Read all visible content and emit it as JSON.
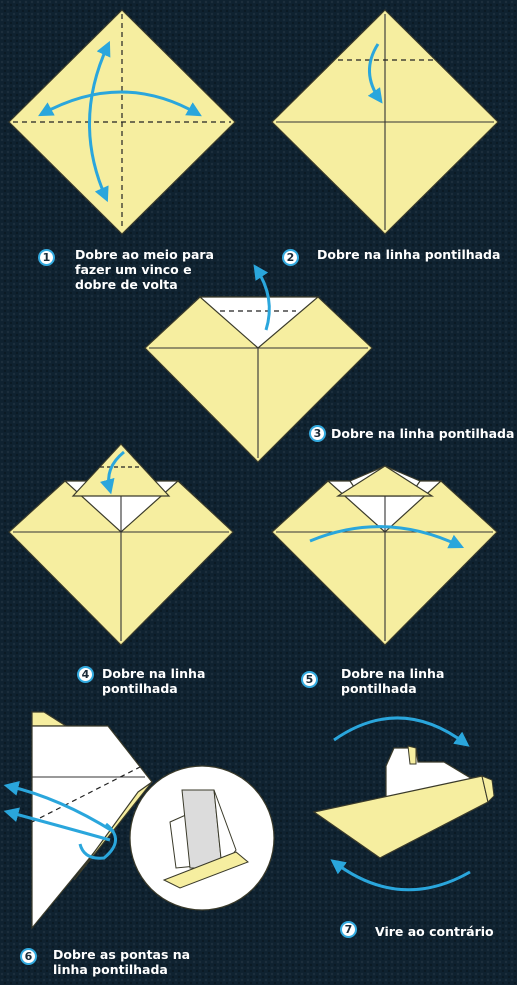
{
  "colors": {
    "paper": "#f6eea0",
    "paper_edge": "#3a3a2a",
    "arrow": "#2aa6dc",
    "badge_ring": "#33aadf",
    "white_side": "#ffffff"
  },
  "steps": [
    {
      "number": "1",
      "lines": [
        "Dobre ao meio para",
        "fazer um vinco e",
        "dobre de volta"
      ]
    },
    {
      "number": "2",
      "lines": [
        "Dobre na linha pontilhada"
      ]
    },
    {
      "number": "3",
      "lines": [
        "Dobre na linha pontilhada"
      ]
    },
    {
      "number": "4",
      "lines": [
        "Dobre na linha",
        "pontilhada"
      ]
    },
    {
      "number": "5",
      "lines": [
        "Dobre na linha",
        "pontilhada"
      ]
    },
    {
      "number": "6",
      "lines": [
        "Dobre as pontas na",
        "linha pontilhada"
      ]
    },
    {
      "number": "7",
      "lines": [
        "Vire ao contrário"
      ]
    }
  ]
}
